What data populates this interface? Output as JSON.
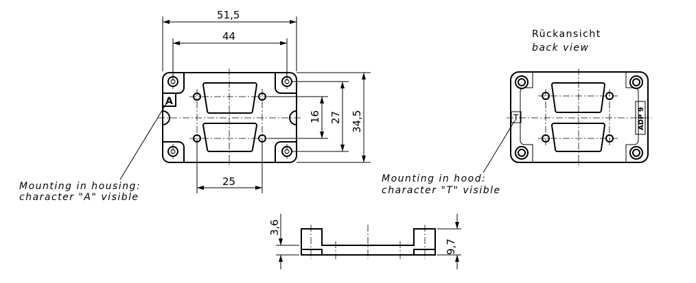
{
  "front_view": {
    "marker": "A",
    "dimensions": {
      "width_total": "51,5",
      "hole_pitch_x": "44",
      "height_total": "34,5",
      "hole_pitch_y": "27",
      "connector_pitch_y": "16",
      "connector_hole_pitch_x": "25"
    },
    "note_line1": "Mounting in housing:",
    "note_line2": "character \"A\" visible"
  },
  "back_view": {
    "title_de": "Rückansicht",
    "title_en": "back view",
    "marker": "T",
    "label": "ADP 9",
    "note_line1": "Mounting in hood:",
    "note_line2": "character \"T\" visible"
  },
  "side_view": {
    "dimensions": {
      "plate_thickness": "3,6",
      "total_height": "9,7"
    }
  }
}
